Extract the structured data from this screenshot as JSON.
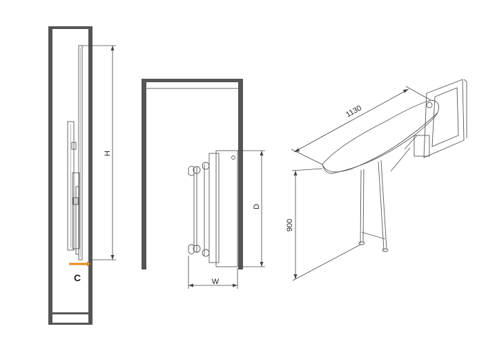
{
  "diagram": {
    "labels": {
      "height": "H",
      "depth": "D",
      "width": "W",
      "clearance": "C",
      "board_length": "1130",
      "board_height": "900"
    },
    "colors": {
      "wall": "#555555",
      "line": "#444444",
      "marker": "#e08a1e",
      "background": "#ffffff"
    }
  }
}
